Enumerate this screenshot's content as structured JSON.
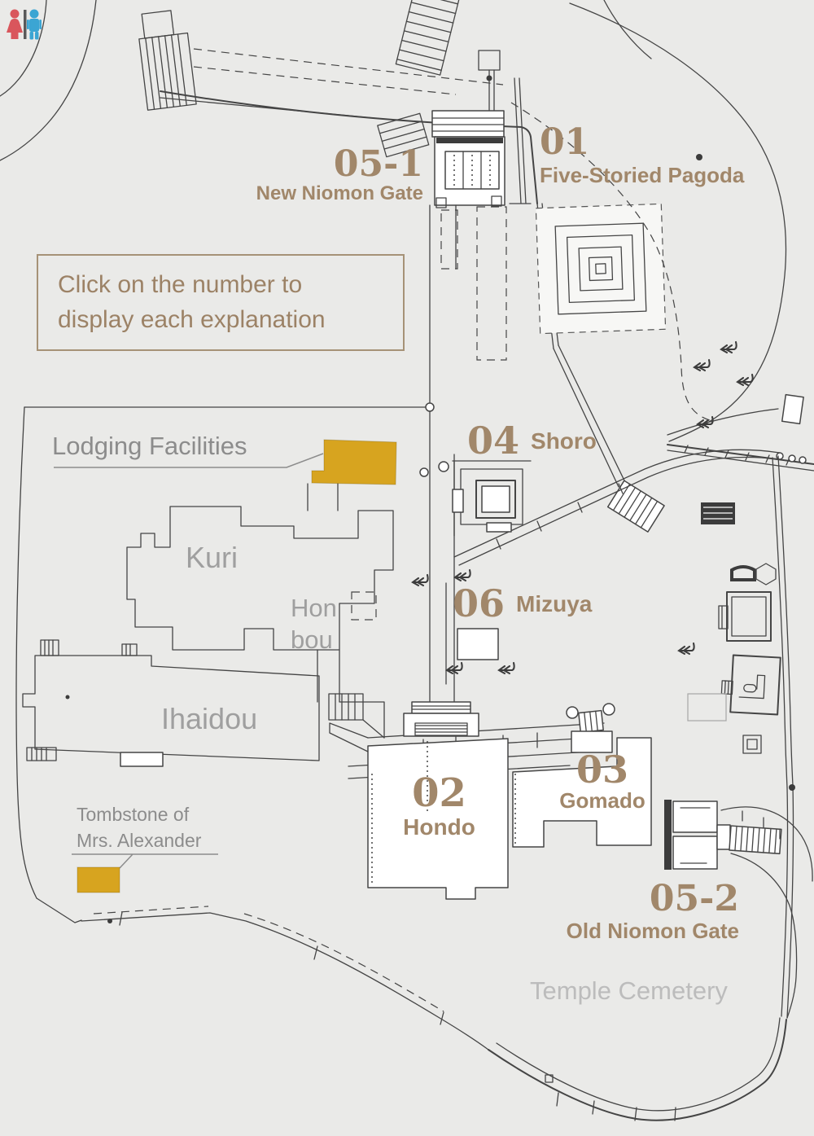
{
  "colors": {
    "page_bg": "#eaeae8",
    "accent_brown": "#a1876a",
    "text_brown": "#9c8266",
    "highlight_gold": "#d7a41f",
    "label_gray": "#9f9f9f",
    "faint_gray": "#bcbcbc",
    "callout_gray": "#8c8c8c",
    "line_dark": "#454545",
    "box_border": "#a69277",
    "female_icon_red": "#d9565c",
    "male_icon_blue": "#3ba5d3"
  },
  "instruction_box": {
    "line1": "Click on the number to",
    "line2": "display each explanation"
  },
  "markers": {
    "pagoda": {
      "number": "01",
      "name": "Five-Storied Pagoda"
    },
    "hondo": {
      "number": "02",
      "name": "Hondo"
    },
    "gomado": {
      "number": "03",
      "name": "Gomado"
    },
    "shoro": {
      "number": "04",
      "name": "Shoro"
    },
    "new_gate": {
      "number": "05-1",
      "name": "New Niomon Gate"
    },
    "old_gate": {
      "number": "05-2",
      "name": "Old Niomon Gate"
    },
    "mizuya": {
      "number": "06",
      "name": "Mizuya"
    }
  },
  "area_labels": {
    "kuri": "Kuri",
    "honbou_line1": "Hon",
    "honbou_line2": "bou",
    "ihaidou": "Ihaidou",
    "cemetery": "Temple Cemetery"
  },
  "callouts": {
    "lodging": "Lodging Facilities",
    "tombstone_line1": "Tombstone of",
    "tombstone_line2": "Mrs. Alexander"
  },
  "icons": {
    "restroom_female": "female-restroom-icon",
    "restroom_male": "male-restroom-icon"
  }
}
